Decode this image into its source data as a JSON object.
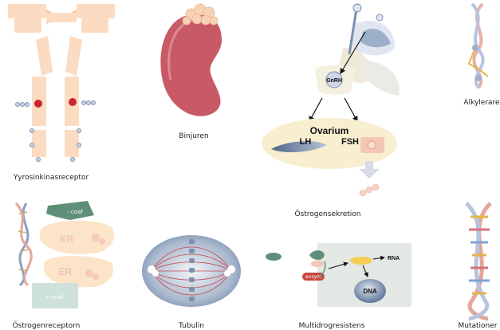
{
  "captions": {
    "tyrosine": "Yyrosinkinasreceptor",
    "adrenal": "Binjuren",
    "estrogen_secretion": "Östrogensekretion",
    "alkylating": "Alkylerare",
    "estrogen_receptor": "Östrogenreceptorn",
    "tubulin": "Tubulin",
    "multidrug": "Multidrogresistens",
    "mutations": "Mutationer"
  },
  "labels": {
    "gnrh": "GnRH",
    "ovarium": "Ovarium",
    "lh": "LH",
    "fsh": "FSH",
    "er_top": "ER",
    "er_bottom": "ER",
    "coaf_top": "- coaf",
    "coaf_bottom": "+ coaf",
    "rna": "RNA",
    "dna": "DNA",
    "enzyme": "enzym"
  },
  "colors": {
    "receptor_peach": "#fbdcc3",
    "kidney_red": "#c85a66",
    "ovary_yellow": "#f7efcf",
    "er_cream": "#fbe4c8",
    "coaf_green": "#5f8f78",
    "tubulin_blue": "#7e93b3",
    "spindle_red": "#c9474f",
    "cell_box": "#e3e8e4"
  }
}
